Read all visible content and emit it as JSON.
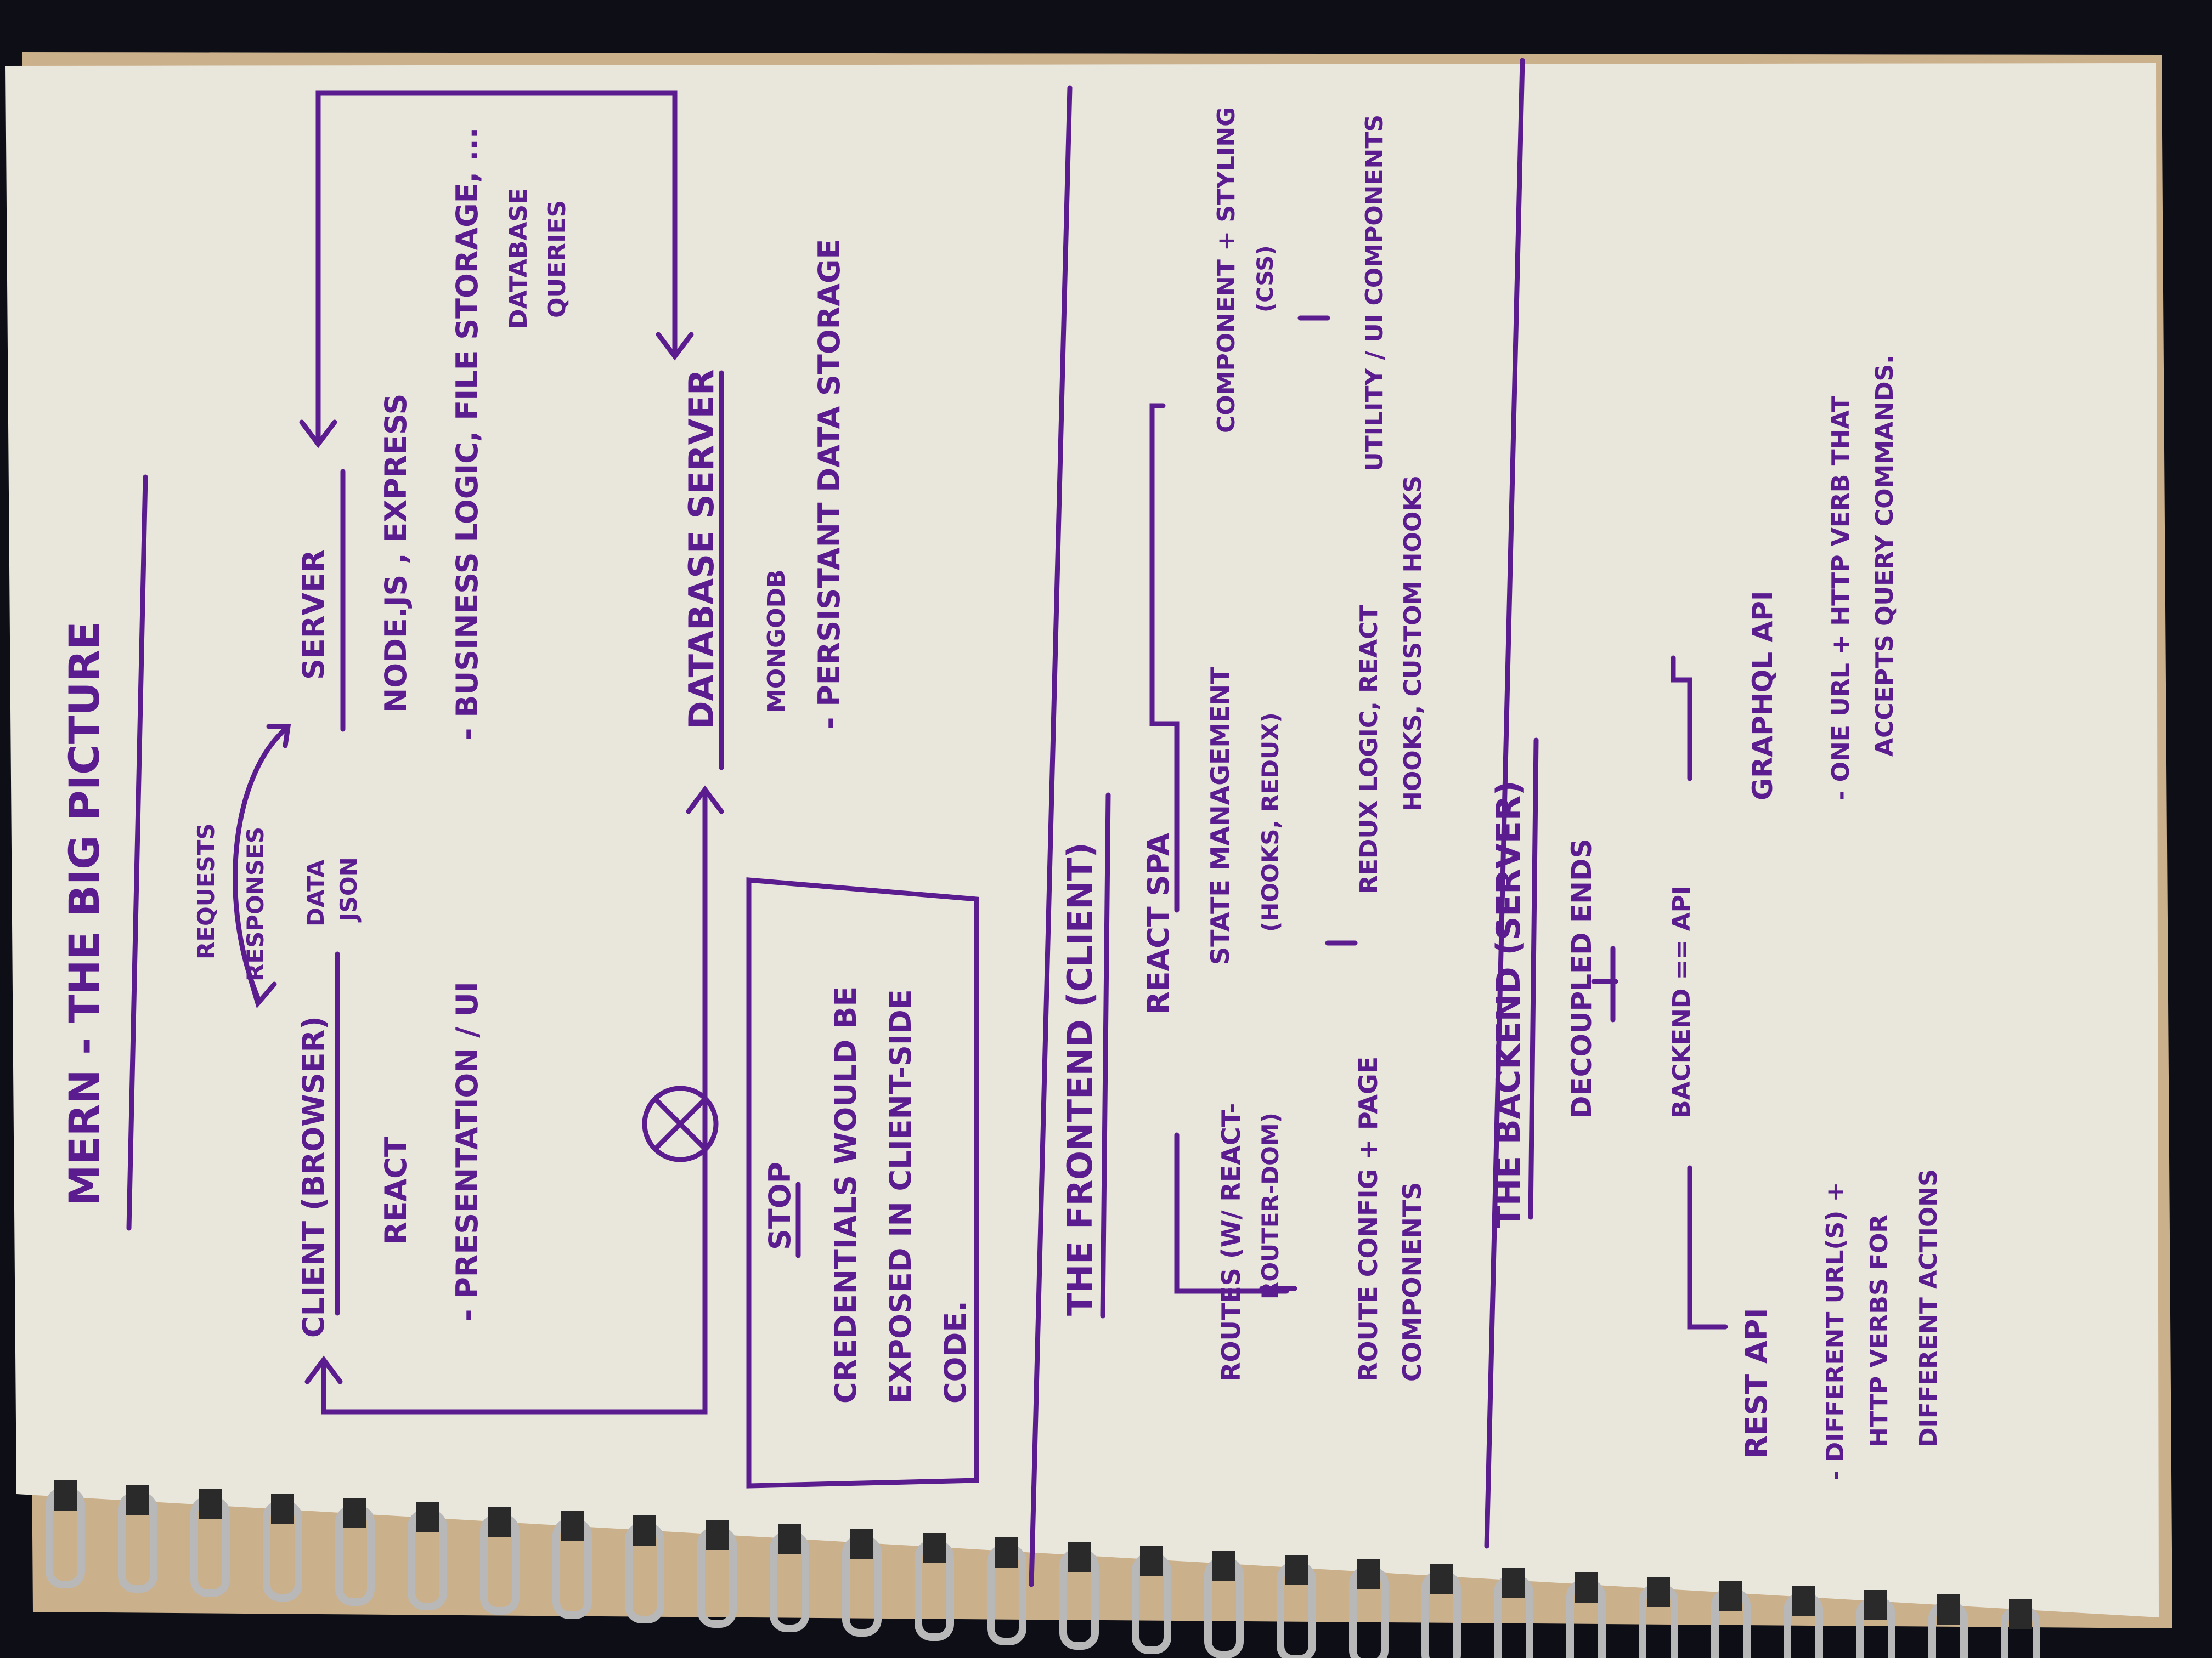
{
  "colors": {
    "background": "#0e0f16",
    "paper": "#e9e7dc",
    "cardboard": "#cbb08c",
    "ink": "#5a1c8f",
    "spiral": "#b8b8b8"
  },
  "notes": {
    "title": "MERN - THE BIG PICTURE",
    "client": {
      "heading": "CLIENT (BROWSER)",
      "tech": "REACT",
      "role": "- PRESENTATION / UI"
    },
    "link": {
      "requests": "REQUESTS",
      "responses": "RESPONSES",
      "data": "DATA",
      "json": "JSON"
    },
    "server": {
      "heading": "SERVER",
      "tech": "NODE.JS , EXPRESS",
      "role": "- BUSINESS LOGIC, FILE STORAGE, ..."
    },
    "queries": {
      "line1": "DATABASE",
      "line2": "QUERIES"
    },
    "database": {
      "heading": "DATABASE SERVER",
      "tech": "MONGODB",
      "role": "- PERSISTANT DATA STORAGE"
    },
    "stop": {
      "label": "STOP",
      "line1": "CREDENTIALS WOULD BE",
      "line2": "EXPOSED IN CLIENT-SIDE",
      "line3": "CODE."
    },
    "frontend": {
      "heading": "THE FRONTEND (CLIENT)",
      "spa": "REACT SPA",
      "routes_line1": "ROUTES (W/ REACT-",
      "routes_line2": "ROUTER-DOM)",
      "route_config_line1": "ROUTE CONFIG + PAGE",
      "route_config_line2": "COMPONENTS",
      "state_line1": "STATE MANAGEMENT",
      "state_line2": "(HOOKS, REDUX)",
      "redux_line1": "REDUX LOGIC, REACT",
      "redux_line2": "HOOKS, CUSTOM HOOKS",
      "component_line1": "COMPONENT + STYLING",
      "component_line2": "(CSS)",
      "utility": "UTILITY / UI COMPONENTS"
    },
    "backend": {
      "heading": "THE BACKEND (SERVER)",
      "decoupled": "DECOUPLED ENDS",
      "equals": "BACKEND == API",
      "rest": "REST API",
      "rest_line1": "- DIFFERENT URL(S) +",
      "rest_line2": "HTTP VERBS FOR",
      "rest_line3": "DIFFERENT ACTIONS",
      "graphql": "GRAPHQL API",
      "graphql_line1": "- ONE URL + HTTP VERB THAT",
      "graphql_line2": "ACCEPTS QUERY COMMANDS."
    }
  }
}
